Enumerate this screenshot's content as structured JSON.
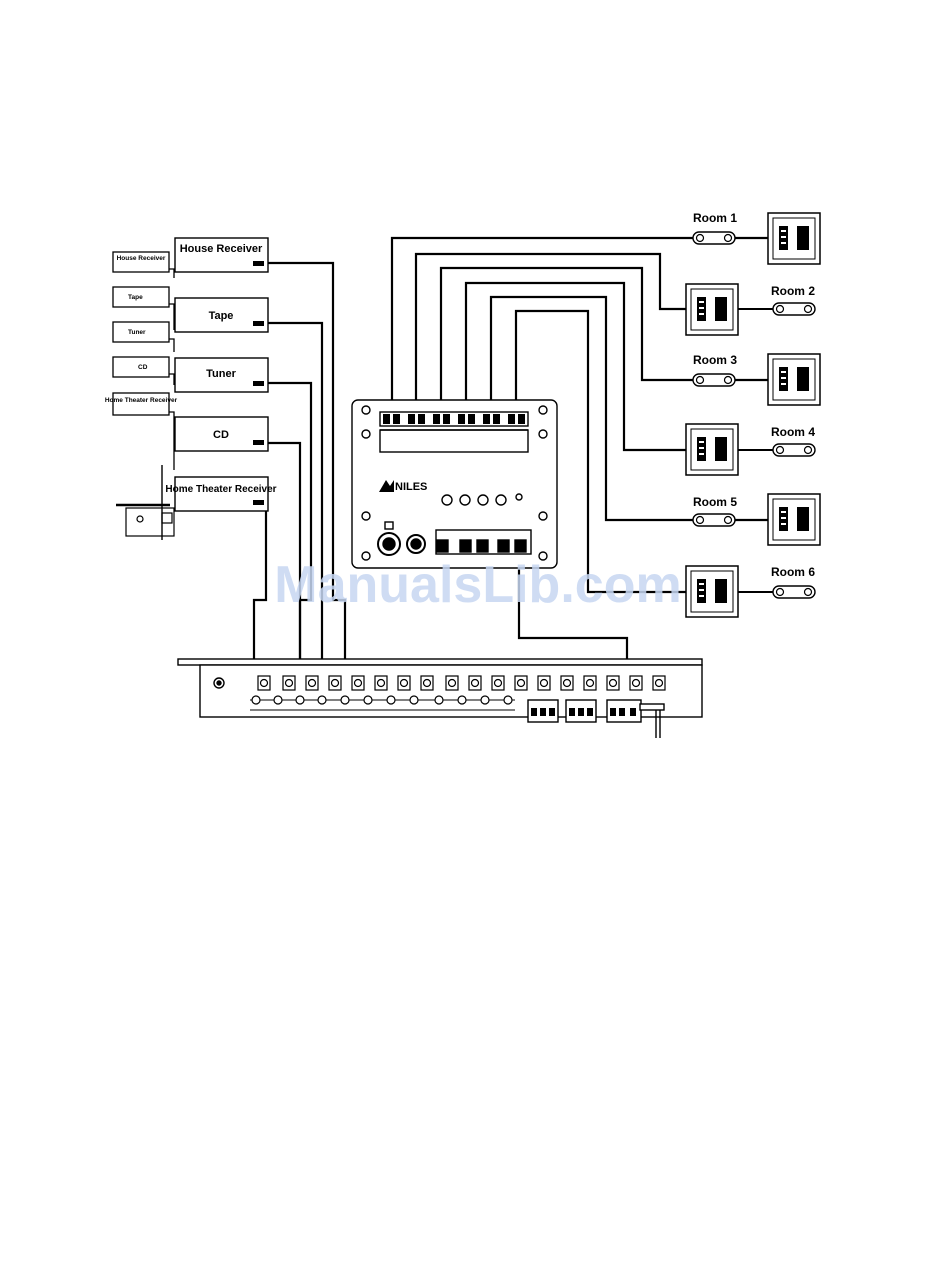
{
  "sources": [
    {
      "label": "House Receiver"
    },
    {
      "label": "Tape"
    },
    {
      "label": "Tuner"
    },
    {
      "label": "CD"
    },
    {
      "label": "Home Theater Receiver"
    }
  ],
  "mini_sources": [
    {
      "label": "House Receiver"
    },
    {
      "label": "Tape"
    },
    {
      "label": "Tuner"
    },
    {
      "label": "CD"
    },
    {
      "label": "Home Theater Receiver"
    }
  ],
  "rooms": [
    {
      "label": "Room 1"
    },
    {
      "label": "Room 2"
    },
    {
      "label": "Room 3"
    },
    {
      "label": "Room 4"
    },
    {
      "label": "Room 5"
    },
    {
      "label": "Room 6"
    }
  ],
  "controller": {
    "brand": "NILES"
  },
  "watermark": "ManualsLib.com"
}
